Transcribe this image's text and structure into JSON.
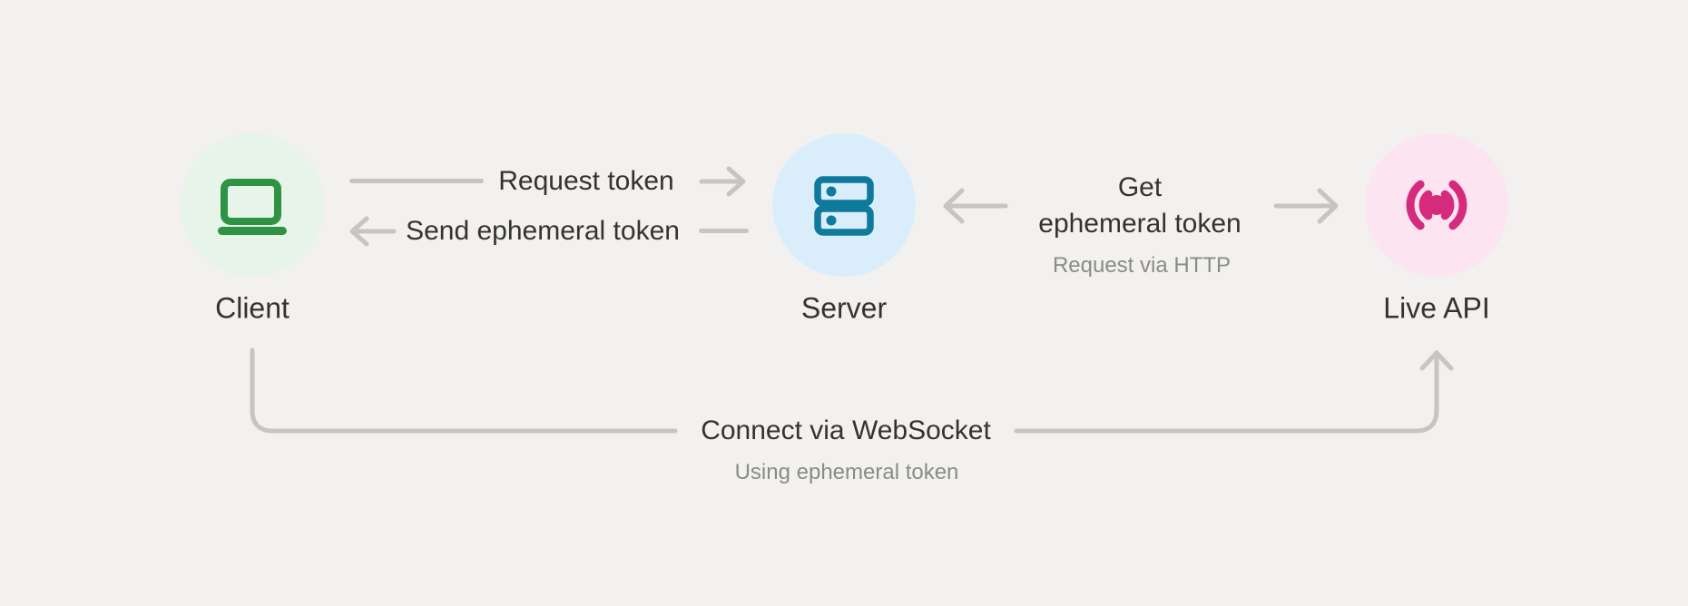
{
  "diagram": {
    "background_color": "#f2f1ef",
    "arrow_color": "#c6c5c3",
    "text_color": "#343331",
    "subtext_color": "#8a8a88",
    "nodes": {
      "client": {
        "label": "Client",
        "icon": "laptop-icon",
        "icon_color": "#2e9344",
        "circle_color": "#e6f4ea"
      },
      "server": {
        "label": "Server",
        "icon": "server-stack-icon",
        "icon_color": "#0f7a9c",
        "circle_color": "#d9eefa"
      },
      "live_api": {
        "label": "Live API",
        "icon": "live-broadcast-icon",
        "icon_color": "#d62b7d",
        "circle_color": "#fce4f0"
      }
    },
    "edges": {
      "request_token": {
        "label": "Request token",
        "direction": "client-to-server"
      },
      "send_ephemeral_token": {
        "label": "Send ephemeral token",
        "direction": "server-to-client"
      },
      "get_ephemeral_token": {
        "label_line1": "Get",
        "label_line2": "ephemeral token",
        "sublabel": "Request via HTTP",
        "direction": "between-server-and-live-api"
      },
      "connect_websocket": {
        "label": "Connect via WebSocket",
        "sublabel": "Using ephemeral token",
        "direction": "client-to-live-api"
      }
    }
  }
}
